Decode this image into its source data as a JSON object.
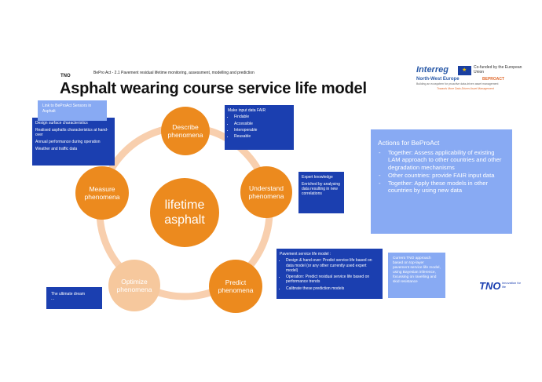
{
  "header": {
    "tno": "TNO",
    "subtitle": "BePro Act - 2.1 Pavement residual lifetime monitoring, assessment, modelling and prediction",
    "title": "Asphalt wearing course service life model"
  },
  "logo": {
    "interreg": "Interreg",
    "cofunded": "Co-funded by the European Union",
    "region": "North-West Europe",
    "project": "BEPROACT",
    "tagline1": "Building an ecosystem for proactive data-driven asset management",
    "tagline2": "Towards More Data-Driven Asset Management"
  },
  "colors": {
    "node": "#ec8a1e",
    "node_faded": "#f6c89d",
    "ring": "#f8cfae",
    "box_dark": "#1b3fb0",
    "box_light": "#88aaf3"
  },
  "cycle": {
    "center": "lifetime asphalt",
    "nodes": {
      "describe": "Describe phenomena",
      "understand": "Understand phenomena",
      "predict": "Predict phenomena",
      "optimize": "Optimize phenomena",
      "measure": "Measure phenomena"
    }
  },
  "link_box": "Link to BeProAct Sensors in Asphalt",
  "measure_box": [
    "Design surface characteristics",
    "Realised asphalts characteristics at hand-over",
    "Annual performance during operation",
    "Weather and traffic data"
  ],
  "fair_box": {
    "title": "Make input data FAIR",
    "items": [
      "Findable",
      "Accessible",
      "Interoperable",
      "Reusable"
    ]
  },
  "expert_box": {
    "line1": "Expert knowledge",
    "line2": "Enriched by analysing data resulting in new correlations"
  },
  "service_box": {
    "title": "Pavement service life model :",
    "items": [
      "Design & hand-over: Predict service life based on data model (or any other currently used expert model)",
      "Operation: Predict residual service life based on performance trends",
      "Calibrate these prediction models"
    ]
  },
  "dream_box": {
    "line1": "The ultimate dream",
    "line2": "..."
  },
  "actions": {
    "title": "Actions for BeProAct",
    "items": [
      "Together: Assess applicability of existing LAM approach to other countries and other degradation mechanisms",
      "Other countries: provide FAIR input data",
      "Together: Apply these models in other countries by using new data"
    ]
  },
  "current_box": "Current TNO approach based on top-layer pavement service life model, using Bayesian inference, focussing on ravelling and skid resistance",
  "footer": {
    "tno": "TNO",
    "tagline": "innovation for life"
  }
}
